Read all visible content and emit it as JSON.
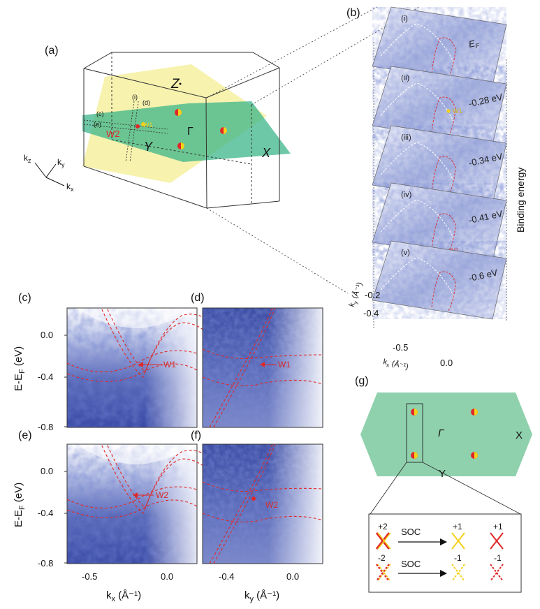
{
  "panels": {
    "a": "(a)",
    "b": "(b)",
    "c": "(c)",
    "d": "(d)",
    "e": "(e)",
    "f": "(f)",
    "g": "(g)"
  },
  "panel_a": {
    "points": {
      "Z": "Z",
      "Gamma": "Γ",
      "Y": "Y",
      "X": "X"
    },
    "cut_labels": {
      "i": "(i)",
      "d": "(d)",
      "c": "(c)",
      "e": "(e)"
    },
    "weyl_labels": {
      "W2": "W2",
      "W1": "W1"
    },
    "axes": {
      "kz": "k",
      "kz_sub": "z",
      "ky": "k",
      "ky_sub": "y",
      "kx": "k",
      "kx_sub": "x"
    }
  },
  "panel_b": {
    "slices": [
      {
        "tag": "(i)",
        "label": "E",
        "sub": "F"
      },
      {
        "tag": "(ii)",
        "label": "-0.28 eV",
        "weyl": "W1"
      },
      {
        "tag": "(iii)",
        "label": "-0.34 eV"
      },
      {
        "tag": "(iv)",
        "label": "-0.41 eV",
        "weyl": "W2"
      },
      {
        "tag": "(v)",
        "label": "-0.6 eV"
      }
    ],
    "side_label": "Binding energy",
    "ky_axis_label": "k",
    "ky_axis_sub": "y",
    "ky_axis_unit": " (Å⁻¹)",
    "ky_ticks": [
      "-0.2",
      "-0.4"
    ],
    "kx_axis_label": "k",
    "kx_axis_sub": "x",
    "kx_axis_unit": " (Å⁻¹)",
    "kx_ticks": [
      "-0.5",
      "0.0"
    ]
  },
  "panels_cdef": {
    "ylabel": "E-E",
    "ylabel_sub": "F",
    "ylabel_unit": " (eV)",
    "yticks": [
      "0.0",
      "-0.4",
      "-0.8"
    ],
    "kx_ticks": [
      "-0.5",
      "0.0"
    ],
    "ky_ticks": [
      "-0.4",
      "0.0"
    ],
    "xlabel_kx": "k",
    "xlabel_kx_sub": "x",
    "xlabel_ky": "k",
    "xlabel_ky_sub": "y",
    "xlabel_unit": " (Å⁻¹)",
    "annotations": {
      "c": "W1",
      "d": "W1",
      "e": "W2",
      "f": "W2"
    }
  },
  "panel_g": {
    "Gamma": "Γ",
    "X": "X",
    "Y": "Y",
    "legend": {
      "top_left": "+2",
      "top_mid": "+1",
      "top_right": "+1",
      "bottom_left": "-2",
      "bottom_mid": "-1",
      "bottom_right": "-1",
      "soc": "SOC"
    }
  },
  "colors": {
    "arpes_dark": "#2a3a9a",
    "arpes_light": "#eef0fa",
    "dash_red": "#e02828",
    "dash_white": "#ffffff",
    "plane_yellow": "#f6f0a0",
    "plane_green": "#3cb58a",
    "bz_green": "#8fd1ad",
    "weyl_red": "#e02828",
    "weyl_yellow": "#f3d21c"
  }
}
